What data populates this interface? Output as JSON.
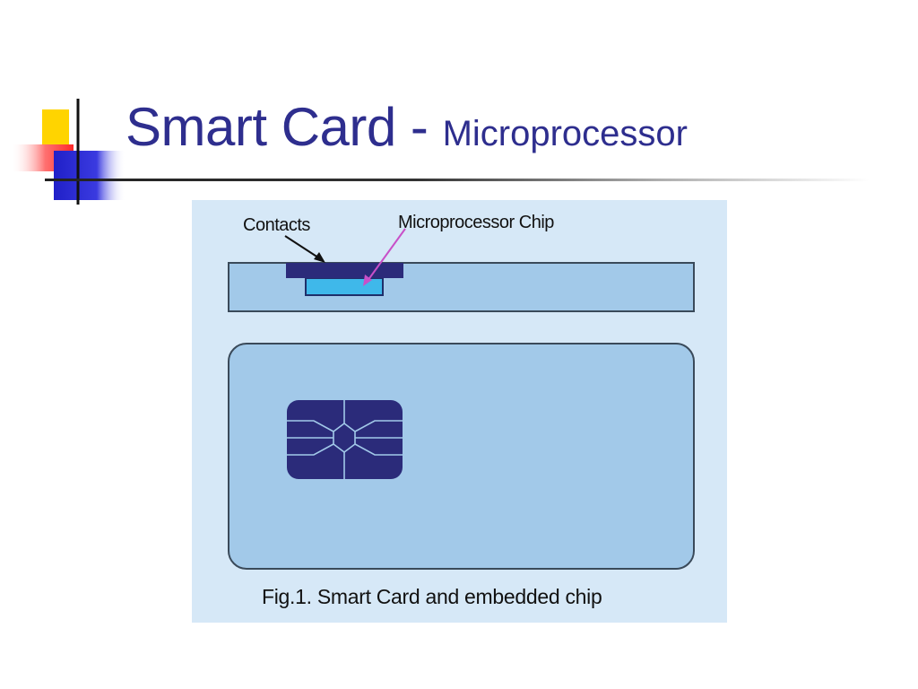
{
  "slide": {
    "title_main": "Smart Card - ",
    "title_sub": "Microprocessor"
  },
  "figure": {
    "label_contacts": "Contacts",
    "label_chip": "Microprocessor Chip",
    "caption": "Fig.1. Smart Card and embedded chip"
  },
  "colors": {
    "title": "#2e2e8e",
    "figure_background": "#d6e8f7",
    "card_fill": "#a2c9e9",
    "contact_pad": "#2b2b7a",
    "chip": "#3fb8ea",
    "chip_arrow": "#c850c8",
    "logo_yellow": "#ffd400",
    "logo_red": "#ff3c3c",
    "logo_blue": "#2a2ad0"
  }
}
